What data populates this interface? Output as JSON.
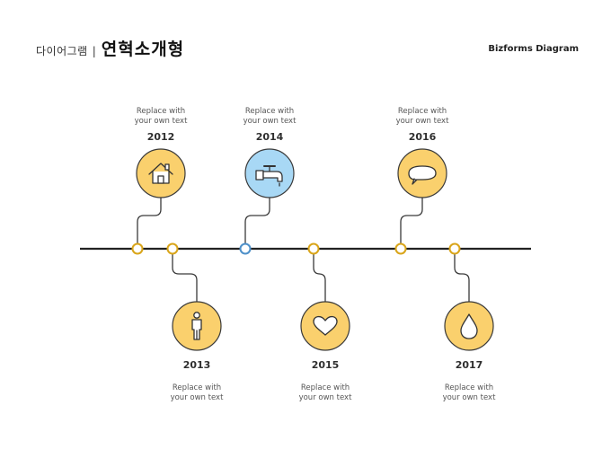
{
  "header": {
    "subtitle": "다이어그램",
    "separator": "|",
    "title": "연혁소개형",
    "brand": "Bizforms Diagram"
  },
  "colors": {
    "yellow": "#FAD06D",
    "blue": "#A8D8F5",
    "line": "#222222",
    "outline": "#3a3a3a",
    "dot_yellow_ring": "#D9A51A",
    "dot_blue_ring": "#4E90C9"
  },
  "events": [
    {
      "year": "2012",
      "text_line1": "Replace with",
      "text_line2": "your own text",
      "icon": "house-icon",
      "color": "yellow",
      "position": "above"
    },
    {
      "year": "2013",
      "text_line1": "Replace with",
      "text_line2": "your own text",
      "icon": "person-icon",
      "color": "yellow",
      "position": "below"
    },
    {
      "year": "2014",
      "text_line1": "Replace with",
      "text_line2": "your own text",
      "icon": "faucet-icon",
      "color": "blue",
      "position": "above"
    },
    {
      "year": "2015",
      "text_line1": "Replace with",
      "text_line2": "your own text",
      "icon": "heart-icon",
      "color": "yellow",
      "position": "below"
    },
    {
      "year": "2016",
      "text_line1": "Replace with",
      "text_line2": "your own text",
      "icon": "speech-bubble-icon",
      "color": "yellow",
      "position": "above"
    },
    {
      "year": "2017",
      "text_line1": "Replace with",
      "text_line2": "your own text",
      "icon": "water-drop-icon",
      "color": "yellow",
      "position": "below"
    }
  ]
}
